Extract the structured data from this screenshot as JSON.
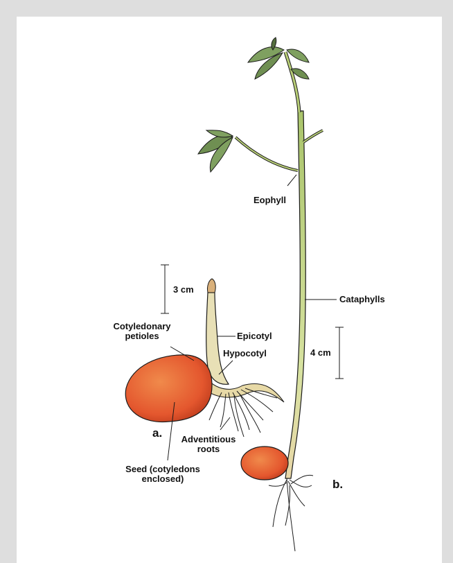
{
  "labels": {
    "eophyll": "Eophyll",
    "cataphylls": "Cataphylls",
    "scale_3cm": "3 cm",
    "scale_4cm": "4 cm",
    "cotyledonary_petioles_l1": "Cotyledonary",
    "cotyledonary_petioles_l2": "petioles",
    "epicotyl": "Epicotyl",
    "hypocotyl": "Hypocotyl",
    "adventitious_roots_l1": "Adventitious",
    "adventitious_roots_l2": "roots",
    "seed_l1": "Seed (cotyledons",
    "seed_l2": "enclosed)",
    "panel_a": "a.",
    "panel_b": "b."
  },
  "colors": {
    "background": "#dedede",
    "panel": "#ffffff",
    "seed": "#e4572e",
    "stem": "#c9d98a",
    "leaf": "#6f8f52",
    "outline": "#1a1a1a"
  }
}
